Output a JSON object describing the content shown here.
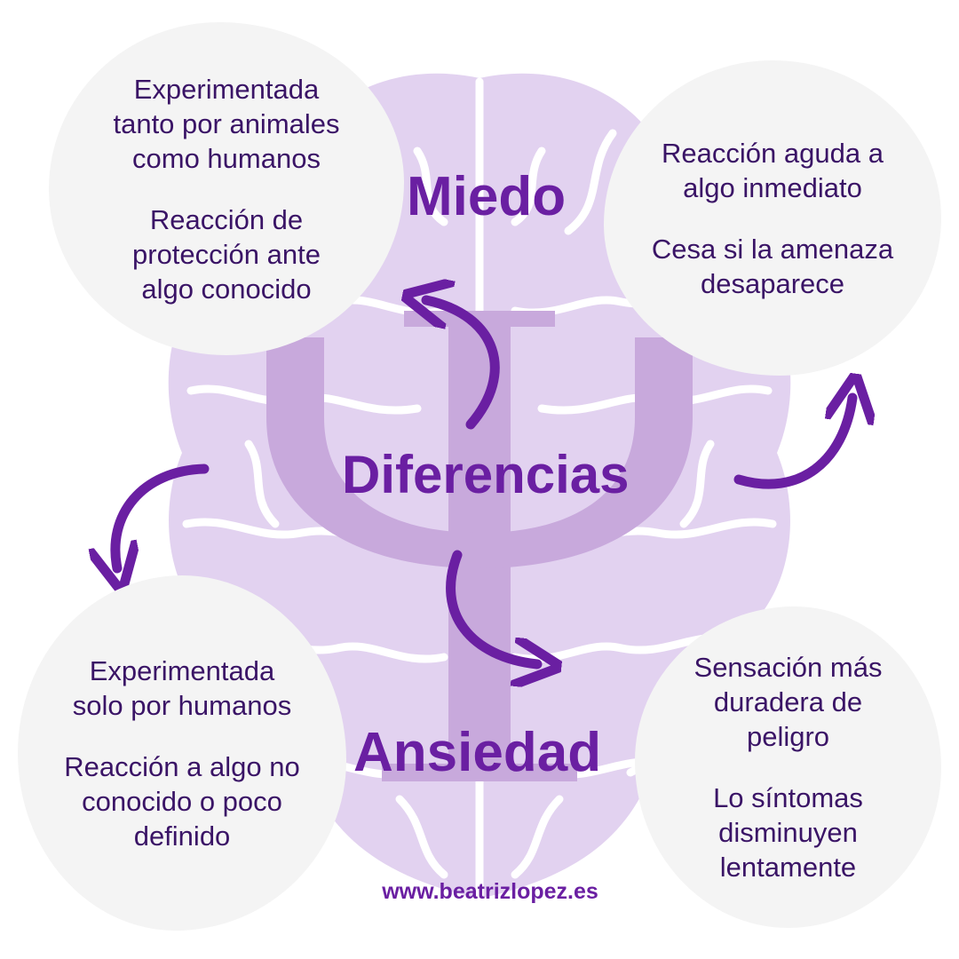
{
  "colors": {
    "accent": "#6a1fa2",
    "text": "#3a1466",
    "bubble": "#f4f4f4",
    "brain_fill": "#e2d2f0",
    "brain_vein": "#ffffff",
    "psi_symbol": "#c8a9dc"
  },
  "icons": [
    "brain-icon",
    "psi-symbol-icon",
    "curved-arrow-icon"
  ],
  "titles": {
    "miedo": "Miedo",
    "center": "Diferencias",
    "ansiedad": "Ansiedad"
  },
  "miedo_left": {
    "line1": "Experimentada",
    "line2": "tanto por animales",
    "line3": "como humanos",
    "line4": "Reacción de",
    "line5": "protección ante",
    "line6": "algo conocido"
  },
  "miedo_right": {
    "line1": "Reacción aguda a",
    "line2": "algo inmediato",
    "line3": "Cesa si la amenaza",
    "line4": "desaparece"
  },
  "ansiedad_left": {
    "line1": "Experimentada",
    "line2": "solo por humanos",
    "line3": "Reacción a algo no",
    "line4": "conocido o poco",
    "line5": "definido"
  },
  "ansiedad_right": {
    "line1": "Sensación más",
    "line2": "duradera de",
    "line3": "peligro",
    "line4": "Lo síntomas",
    "line5": "disminuyen",
    "line6": "lentamente"
  },
  "website": "www.beatrizlopez.es"
}
